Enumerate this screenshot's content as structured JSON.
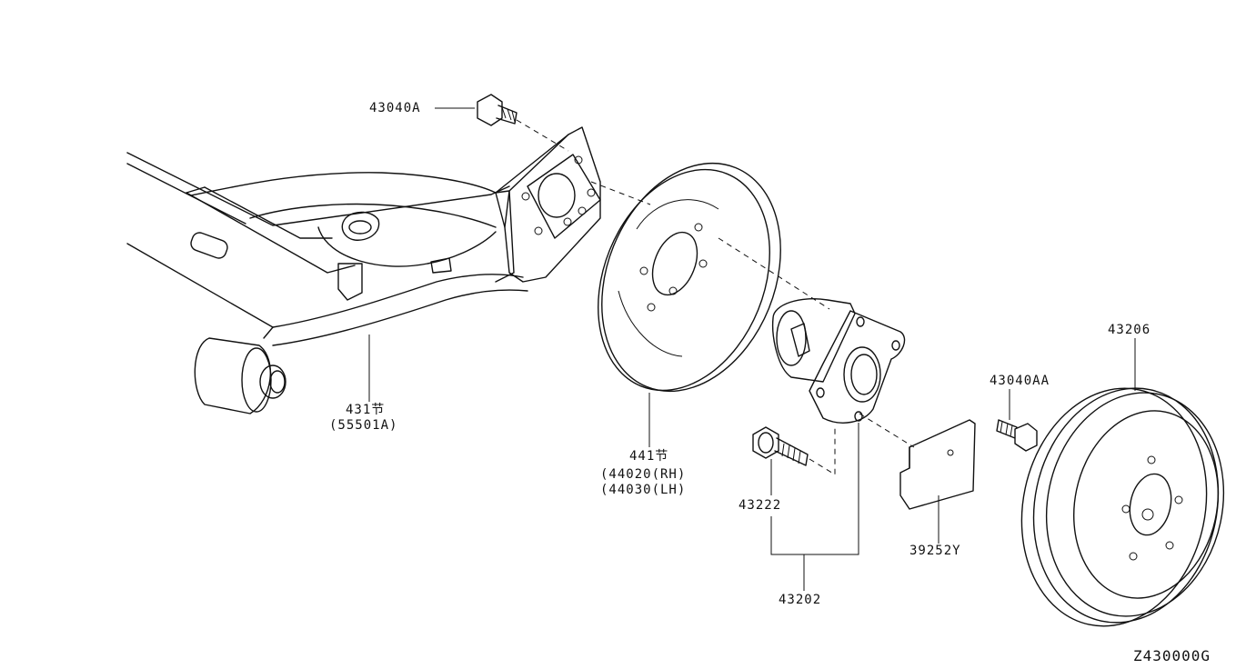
{
  "labels": {
    "bolt_top": "43040A",
    "axle_beam": "431",
    "axle_beam_alt": "(55501A)",
    "back_plate": "441",
    "back_plate_rh": "(44020(RH)",
    "back_plate_lh": "(44030(LH)",
    "hub_bolt": "43222",
    "hub_assy": "43202",
    "sensor_cover": "39252Y",
    "drum_bolt": "43040AA",
    "drum": "43206",
    "diagram_code": "Z430000G"
  },
  "marker_symbol": "节"
}
